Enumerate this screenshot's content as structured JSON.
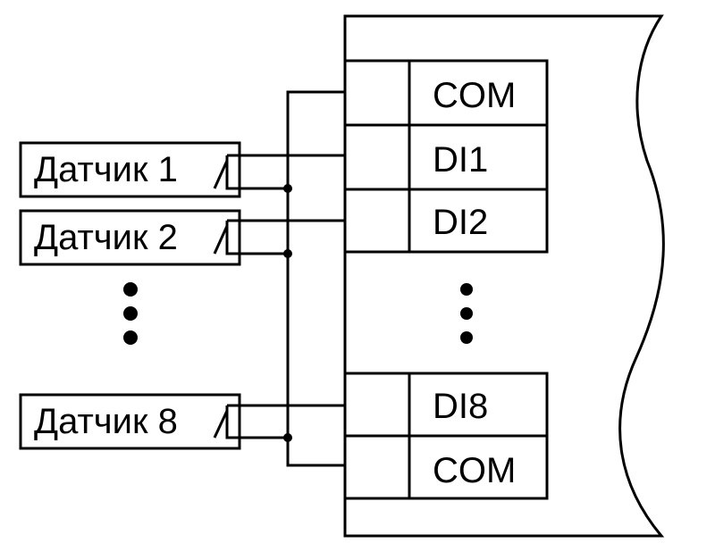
{
  "sensors": [
    {
      "label": "Датчик 1"
    },
    {
      "label": "Датчик 2"
    },
    {
      "label": "Датчик 8"
    }
  ],
  "terminals": [
    {
      "label": "COM"
    },
    {
      "label": "DI1"
    },
    {
      "label": "DI2"
    },
    {
      "label": "DI8"
    },
    {
      "label": "COM"
    }
  ],
  "colors": {
    "line": "#000000",
    "background": "#ffffff"
  }
}
